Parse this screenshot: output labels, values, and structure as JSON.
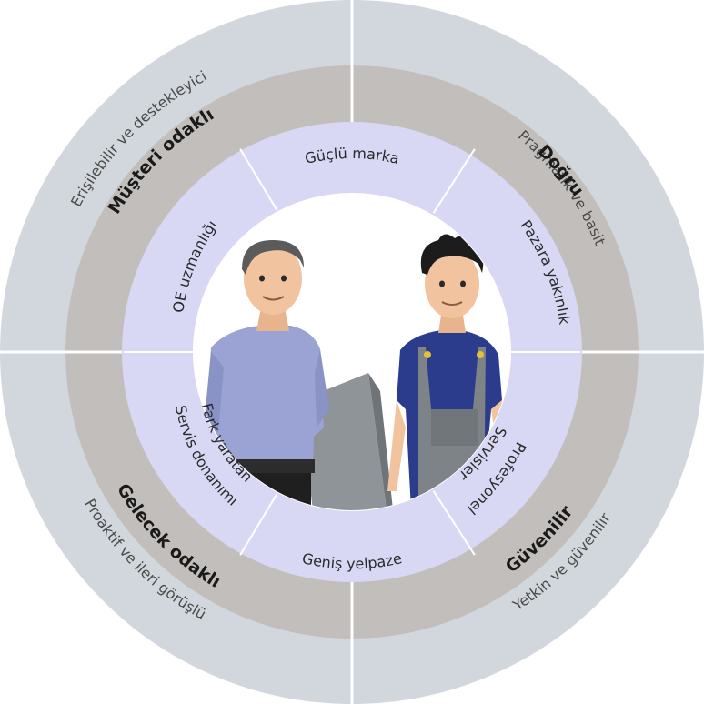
{
  "colors": {
    "outer_ring": "#d1d7dc",
    "middle_ring": "#c2bebb",
    "inner_ring": "#d8d8f4",
    "divider": "#ffffff",
    "center_background": "#ffffff"
  },
  "outer_ring": {
    "top_left": "Erişilebilir ve destekleyici",
    "top_right": "Pragmatik ve basit",
    "bottom_right": "Yetkin ve güvenilir",
    "bottom_left": "Proaktif ve ileri görüşlü"
  },
  "middle_ring": {
    "top_left": "Müşteri odaklı",
    "top_right": "Doğru",
    "bottom_right": "Güvenilir",
    "bottom_left": "Gelecek odaklı"
  },
  "inner_ring": {
    "top": "Güçlü marka",
    "upper_right": "Pazara yakınlık",
    "lower_right_line1": "Profesyonel",
    "lower_right_line2": "Servisler",
    "bottom": "Geniş yelpaze",
    "lower_left_line1": "Fark yaratan",
    "lower_left_line2": "Servis donanımı",
    "upper_left": "OE uzmanlığı"
  },
  "center": {
    "illustration": "two-mechanics-illustration"
  }
}
